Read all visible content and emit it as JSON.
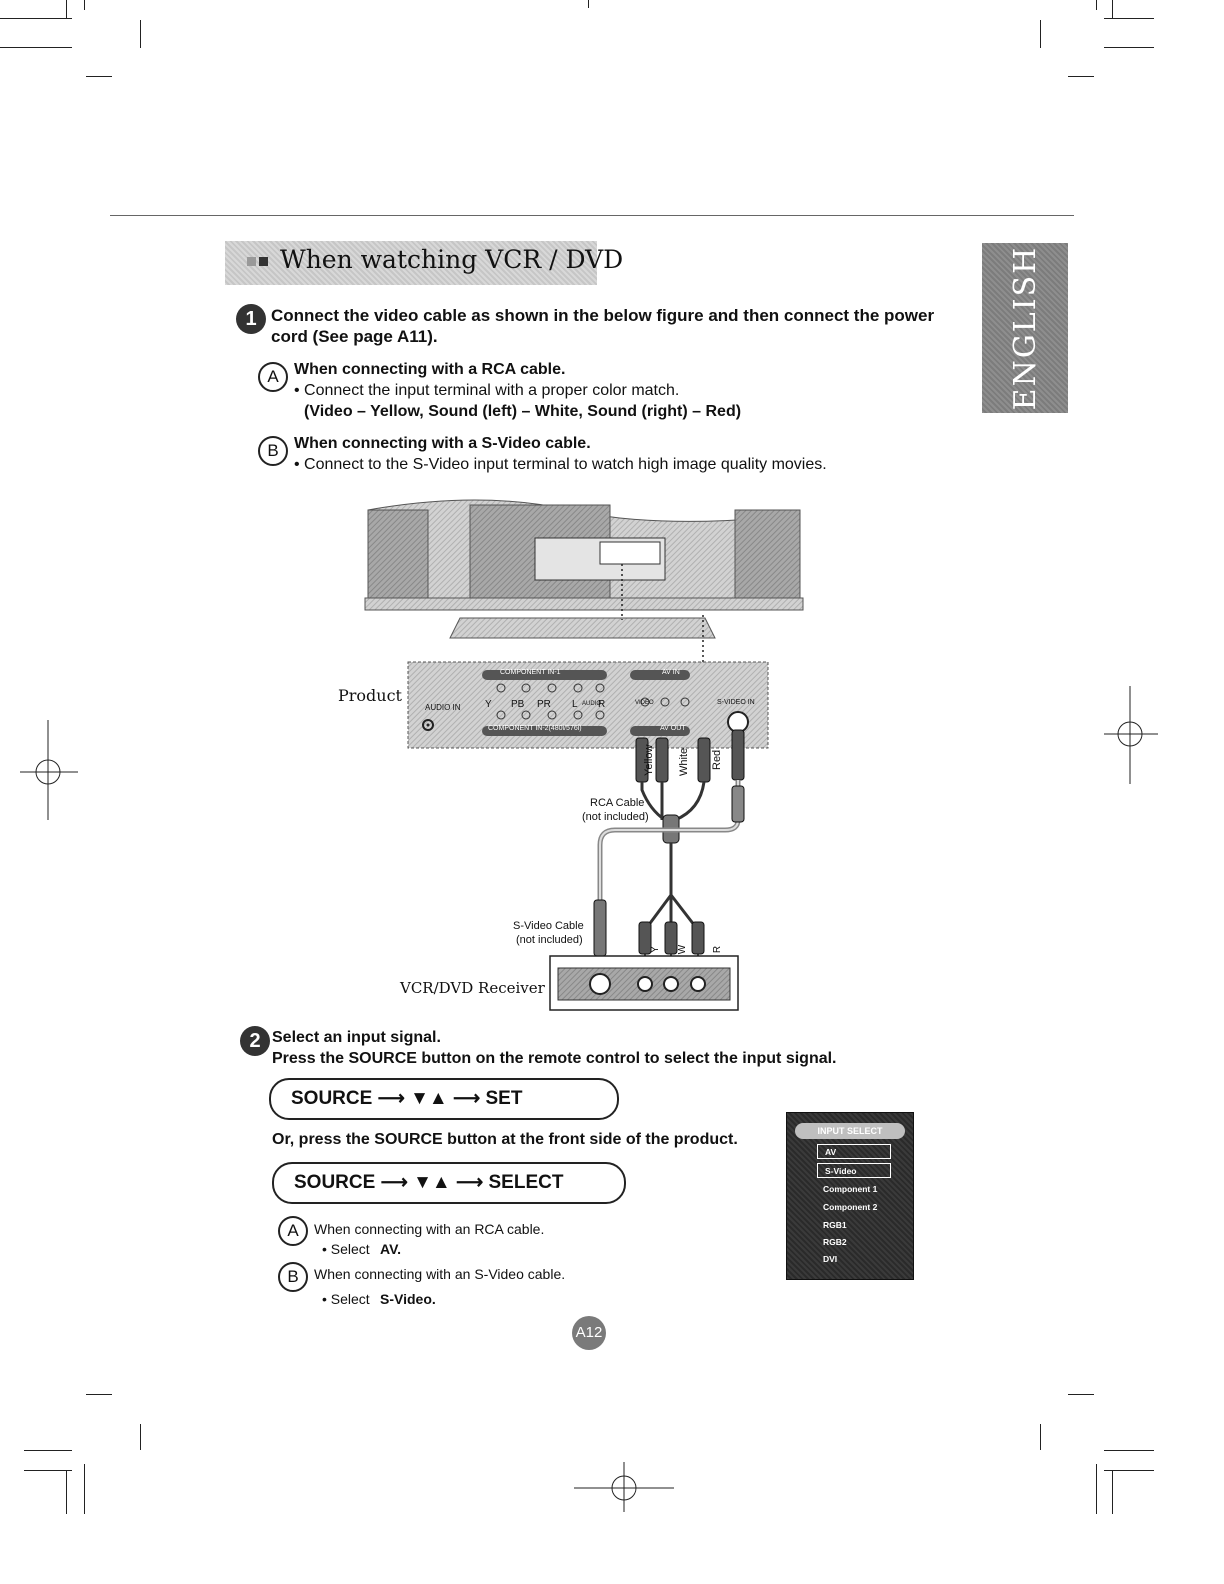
{
  "header": {
    "title": "When watching VCR / DVD",
    "side_tab": "ENGLISH"
  },
  "step1": {
    "number": "1",
    "text_line1": "Connect the video cable as shown in the below figure and then connect the power",
    "text_line2": "cord (See page A11).",
    "a": {
      "letter": "A",
      "heading": "When connecting with a RCA cable.",
      "bullet": "• Connect the input terminal with a proper color match.",
      "colors": "(Video – Yellow, Sound (left) – White, Sound (right) – Red)"
    },
    "b": {
      "letter": "B",
      "heading": "When connecting with a S-Video cable.",
      "bullet": "• Connect to the S-Video input terminal to watch high image quality movies."
    }
  },
  "figure": {
    "product_label": "Product",
    "audio_in": "AUDIO IN",
    "component_in1": "COMPONENT IN-1",
    "component_in2": "COMPONENT IN-2(480i/576i)",
    "y": "Y",
    "pb": "PB",
    "pr": "PR",
    "l": "L",
    "audio": "AUDIO",
    "r": "R",
    "av_in": "AV IN",
    "av_out": "AV OUT",
    "video": "VIDEO",
    "svideo_in": "S-VIDEO IN",
    "wire_yellow": "Yellow",
    "wire_white": "White",
    "wire_red": "Red",
    "rca_cable": "RCA Cable",
    "rca_not_included": "(not included)",
    "svideo_cable": "S-Video Cable",
    "svideo_not_included": "(not included)",
    "ylabel": "Y",
    "wlabel": "W",
    "rlabel": "R",
    "receiver_label": "VCR/DVD Receiver"
  },
  "step2": {
    "number": "2",
    "heading": "Select an input signal.",
    "line2": "Press the SOURCE button on the remote control to select the input signal.",
    "pill1": "SOURCE ⟶ ▼▲ ⟶ SET",
    "or_text": "Or, press the SOURCE button at the front side of the product.",
    "pill2": "SOURCE ⟶ ▼▲ ⟶ SELECT",
    "a": {
      "letter": "A",
      "text": "When connecting with an RCA cable.",
      "select_prefix": "• Select",
      "select_value": "AV."
    },
    "b": {
      "letter": "B",
      "text": "When connecting with an S-Video cable.",
      "select_prefix": "• Select",
      "select_value": "S-Video."
    }
  },
  "osd": {
    "title": "INPUT SELECT",
    "items": [
      "AV",
      "S-Video",
      "Component 1",
      "Component 2",
      "RGB1",
      "RGB2",
      "DVI"
    ]
  },
  "page_number": "A12"
}
